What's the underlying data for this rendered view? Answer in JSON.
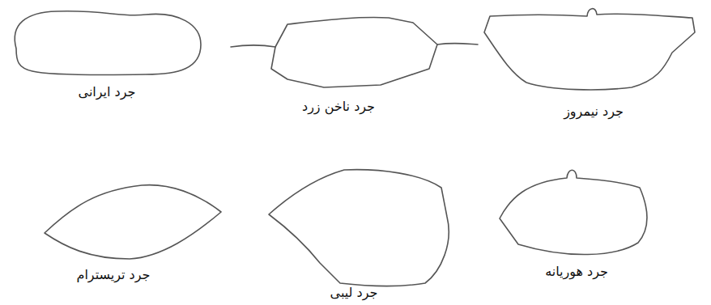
{
  "diagram": {
    "labels": [
      "جرد ایرانی",
      "جرد ناخن زرد",
      "جرد نیمروز",
      "جرد تریسترام",
      "جرد لیبی",
      "جرد هوریانه"
    ]
  }
}
